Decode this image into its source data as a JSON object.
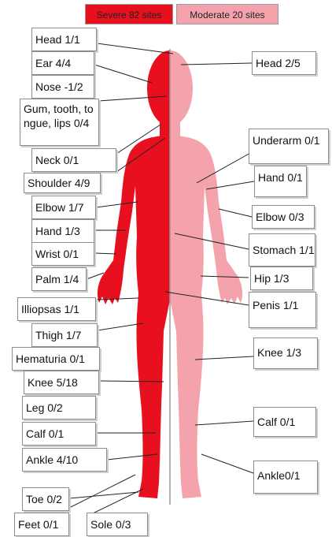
{
  "legend": {
    "severe": {
      "label": "Severe 82 sites",
      "color": "#e8101e"
    },
    "moderate": {
      "label": "Moderate 20 sites",
      "color": "#f4a3ad"
    }
  },
  "severe_labels": {
    "head": "Head 1/1",
    "ear": "Ear 4/4",
    "nose": "Nose -1/2",
    "gum": "Gum, tooth, to ngue, lips 0/4",
    "neck": "Neck 0/1",
    "shoulder": "Shoulder 4/9",
    "elbow": "Elbow 1/7",
    "hand": "Hand 1/3",
    "wrist": "Wrist 0/1",
    "palm": "Palm 1/4",
    "illiopsas": "Illiopsas 1/1",
    "thigh": "Thigh 1/7",
    "hematuria": "Hematuria 0/1",
    "knee": "Knee 5/18",
    "leg": "Leg 0/2",
    "calf": "Calf 0/1",
    "ankle": "Ankle 4/10",
    "toe": "Toe 0/2",
    "feet": "Feet 0/1",
    "sole": "Sole 0/3"
  },
  "moderate_labels": {
    "head": "Head 2/5",
    "underarm": "Underarm 0/1",
    "hand": "Hand 0/1",
    "elbow": "Elbow 0/3",
    "stomach": "Stomach 1/1",
    "hip": "Hip 1/3",
    "penis": "Penis 1/1",
    "knee": "Knee 1/3",
    "calf": "Calf 0/1",
    "ankle": "Ankle0/1"
  }
}
